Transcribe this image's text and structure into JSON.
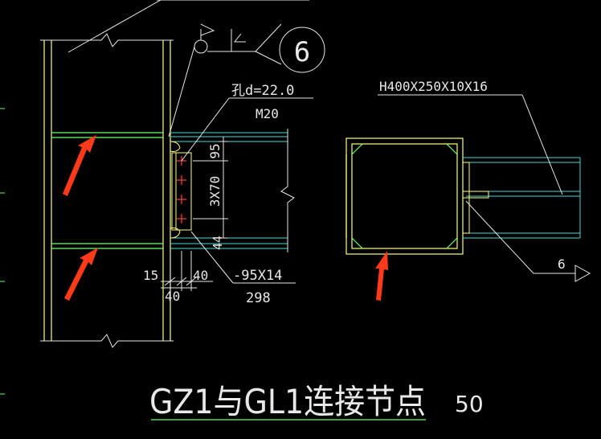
{
  "drawing": {
    "title": "GZ1与GL1连接节点",
    "scale": "50",
    "callout_number": "6",
    "hole_spec": "孔d=22.0",
    "bolt_spec": "M20",
    "edge_distance": "95",
    "bolt_spacing": "3X70",
    "end_distance": "44",
    "dim_15": "15",
    "dim_40_top": "40",
    "dim_40_bottom": "40",
    "plate_spec": "-95X14",
    "plate_length": "298",
    "beam_section": "H400X250X10X16",
    "section_tag": "6"
  },
  "colors": {
    "background": "#000000",
    "column": "#ffff80",
    "stiffener": "#6aff6a",
    "beam": "#49d6d6",
    "leader": "#e8e8e8",
    "bolt": "#ff4040",
    "arrow": "#ff3a1a"
  }
}
